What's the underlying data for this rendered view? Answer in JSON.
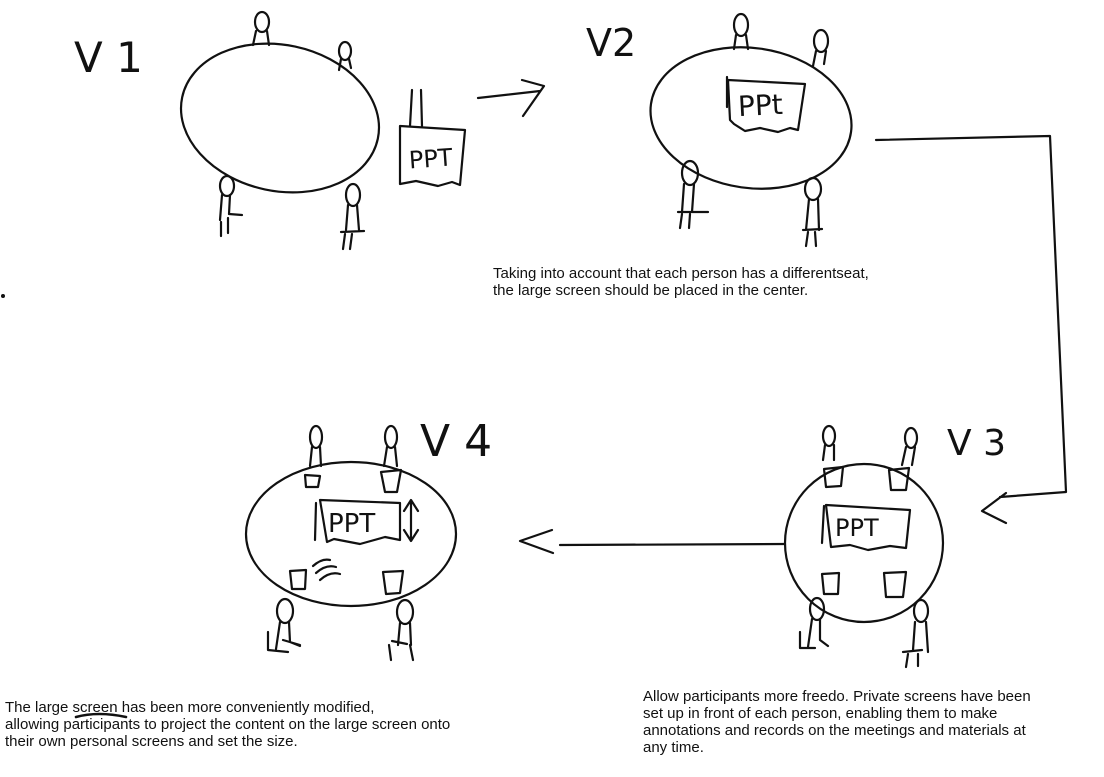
{
  "versions": {
    "v1": "V 1",
    "v2": "V2",
    "v3": "V 3",
    "v4": "V 4"
  },
  "screen_label": "PPT",
  "screen_label_v2": "PPt",
  "captions": {
    "v2": "Taking into account that each person has a differentseat,\nthe large screen should be placed in the center.",
    "v4": "The large screen has been more conveniently modified,\nallowing participants to project the content on the large screen onto\ntheir own personal screens and set the size.",
    "v3": "Allow participants more freedo. Private screens have been\nset up in front of each person, enabling them to make\nannotations and records on the meetings and materials at\nany time."
  }
}
